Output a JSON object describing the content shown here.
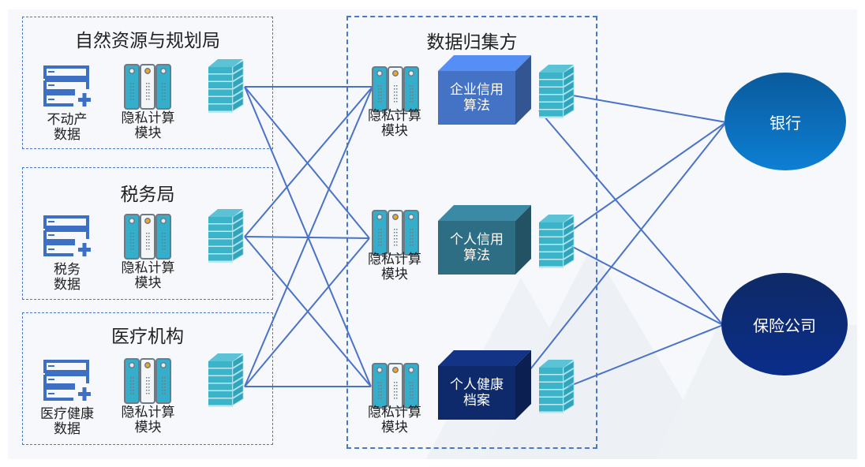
{
  "sources": [
    {
      "title": "自然资源与规划局",
      "data_label": "不动产\n数据",
      "module_label": "隐私计算\n模块"
    },
    {
      "title": "税务局",
      "data_label": "税务\n数据",
      "module_label": "隐私计算\n模块"
    },
    {
      "title": "医疗机构",
      "data_label": "医疗健康\n数据",
      "module_label": "隐私计算\n模块"
    }
  ],
  "aggregator": {
    "title": "数据归集方",
    "modules": [
      {
        "label": "隐私计算\n模块"
      },
      {
        "label": "隐私计算\n模块"
      },
      {
        "label": "隐私计算\n模块"
      }
    ],
    "algorithms": [
      {
        "label": "企业信用\n算法",
        "color": "#4472c4"
      },
      {
        "label": "个人信用\n算法",
        "color": "#2e6e85"
      },
      {
        "label": "个人健康\n档案",
        "color": "#0f2a6b"
      }
    ]
  },
  "consumers": [
    {
      "label": "银行",
      "color": "#0b74c4"
    },
    {
      "label": "保险公司",
      "color": "#132d78"
    }
  ],
  "colors": {
    "link": "#4a72c8",
    "border": "#4a78c8",
    "firewall": "#3bb3c9",
    "db_icon": "#3d6fc4"
  },
  "icons": {
    "data": "database-plus-icon",
    "module": "server-rack-icon",
    "firewall": "firewall-icon"
  }
}
